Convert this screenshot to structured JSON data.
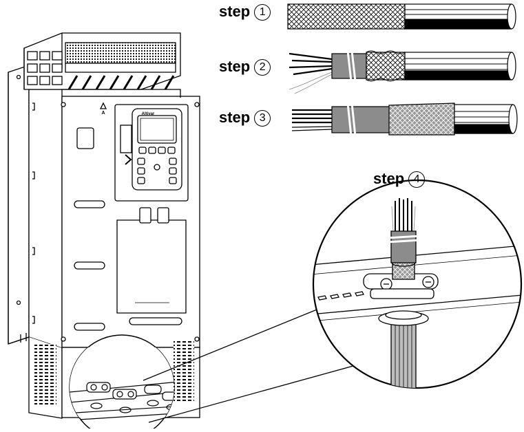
{
  "steps": [
    {
      "word": "step",
      "number": "1"
    },
    {
      "word": "step",
      "number": "2"
    },
    {
      "word": "step",
      "number": "3"
    },
    {
      "word": "step",
      "number": "4"
    }
  ],
  "device": {
    "brand_mark": "Altivar",
    "door_mark": "A"
  },
  "colors": {
    "line": "#000000",
    "shield_gray": "#8c8c8c",
    "light_gray": "#bdbdbd",
    "white": "#ffffff"
  },
  "icons": [
    "drive-cabinet",
    "keypad-display",
    "cable-shield-braid",
    "cable-clamp",
    "magnifier-circle"
  ]
}
